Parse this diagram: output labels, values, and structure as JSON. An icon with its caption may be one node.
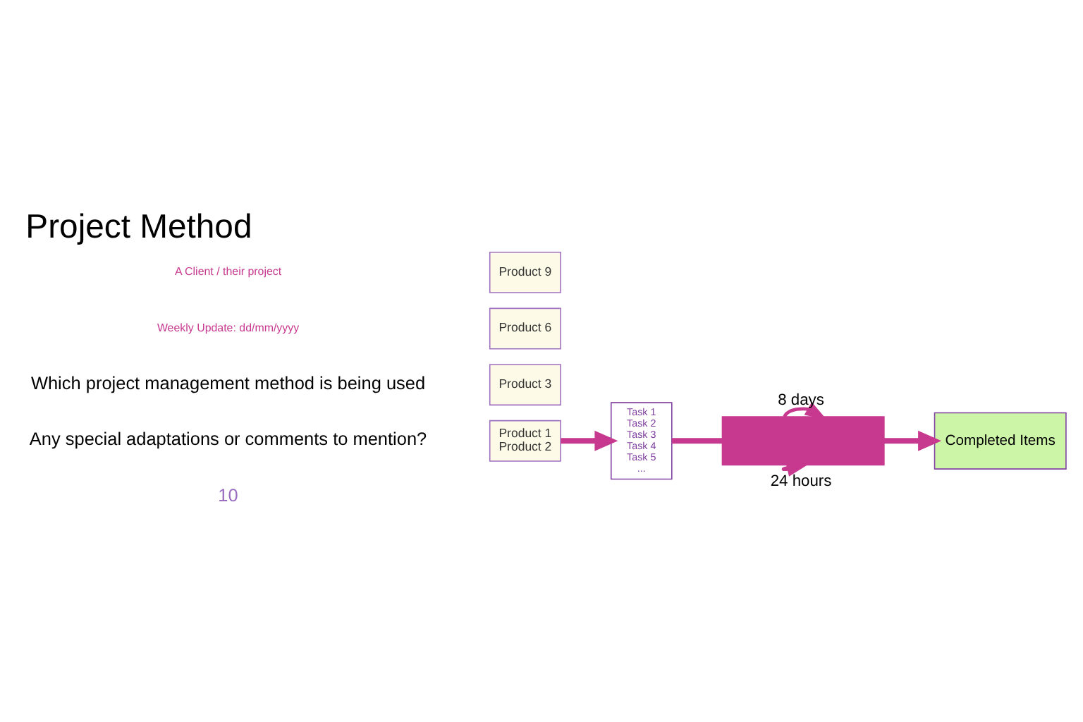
{
  "diagram": {
    "title": "Project Method",
    "nodes": [
      {
        "text": [
          "Product 9"
        ]
      },
      {
        "text": [
          "Product 6"
        ]
      },
      {
        "text": [
          "Product 3"
        ]
      },
      {
        "text": [
          "Product 1",
          "Product 2"
        ]
      },
      {
        "text": [
          "Task 1",
          "Task 2",
          "Task 3",
          "Task 4",
          "Task 5",
          "..."
        ]
      },
      {
        "text": [],
        "shape": "bar"
      },
      {
        "text": [
          "Completed Items"
        ]
      }
    ],
    "edges": [
      {
        "from": 3,
        "to": 4,
        "arrow": "to"
      },
      {
        "from": 4,
        "to": 5,
        "arrow": "none"
      },
      {
        "from": 5,
        "to": 5,
        "arrow": "to",
        "label": "8 days"
      },
      {
        "from": 5,
        "to": 5,
        "arrow": "to",
        "label": "24 hours"
      },
      {
        "from": 5,
        "to": 6,
        "arrow": "to"
      }
    ],
    "labels": [
      "A Client / their project",
      "Weekly Update: dd/mm/yyyy",
      "Which project management method is being used",
      "Any special adaptations or comments to mention?",
      "10"
    ]
  }
}
